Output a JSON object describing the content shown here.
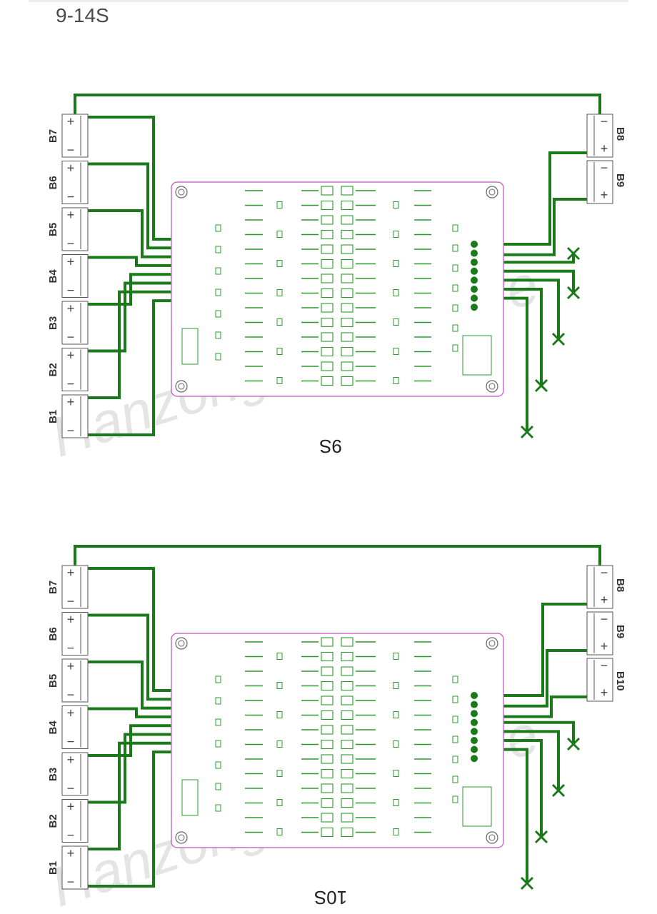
{
  "page": {
    "title": "9-14S"
  },
  "diagrams": [
    {
      "id": "9s",
      "caption": "9S",
      "left_connectors": [
        {
          "label": "B7",
          "pos": "+",
          "neg": "−"
        },
        {
          "label": "B6",
          "pos": "+",
          "neg": "−"
        },
        {
          "label": "B5",
          "pos": "+",
          "neg": "−"
        },
        {
          "label": "B4",
          "pos": "+",
          "neg": "−"
        },
        {
          "label": "B3",
          "pos": "+",
          "neg": "−"
        },
        {
          "label": "B2",
          "pos": "+",
          "neg": "−"
        },
        {
          "label": "B1",
          "pos": "+",
          "neg": "−"
        }
      ],
      "right_connectors": [
        {
          "label": "B8",
          "pos": "+",
          "neg": "−"
        },
        {
          "label": "B9",
          "pos": "+",
          "neg": "−"
        }
      ],
      "unused_wires": 5
    },
    {
      "id": "10s",
      "caption": "10S",
      "left_connectors": [
        {
          "label": "B7",
          "pos": "+",
          "neg": "−"
        },
        {
          "label": "B6",
          "pos": "+",
          "neg": "−"
        },
        {
          "label": "B5",
          "pos": "+",
          "neg": "−"
        },
        {
          "label": "B4",
          "pos": "+",
          "neg": "−"
        },
        {
          "label": "B3",
          "pos": "+",
          "neg": "−"
        },
        {
          "label": "B2",
          "pos": "+",
          "neg": "−"
        },
        {
          "label": "B1",
          "pos": "+",
          "neg": "−"
        }
      ],
      "right_connectors": [
        {
          "label": "B8",
          "pos": "+",
          "neg": "−"
        },
        {
          "label": "B9",
          "pos": "+",
          "neg": "−"
        },
        {
          "label": "B10",
          "pos": "+",
          "neg": "−"
        }
      ],
      "unused_wires": 4
    }
  ],
  "watermark": "Hanzong BMS Store",
  "colors": {
    "wire": "#1a7a1a",
    "board": "#c86fc8",
    "component": "#2b9a2b",
    "watermark": "#e4e4e4"
  }
}
